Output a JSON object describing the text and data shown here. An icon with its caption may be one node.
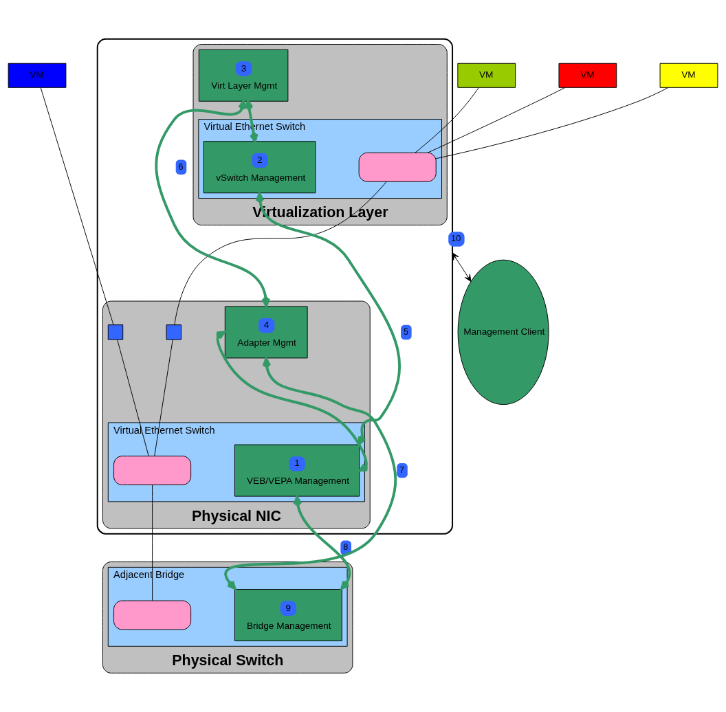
{
  "diagram": {
    "nodes": [
      {
        "text": [
          "VM"
        ]
      },
      {
        "text": [
          "VM"
        ]
      },
      {
        "text": [
          "VM"
        ]
      },
      {
        "text": [
          "VM"
        ]
      },
      {
        "text": [],
        "shape": "box"
      },
      {
        "text": [
          "Virtualization Layer"
        ],
        "in": 4
      },
      {
        "text": [
          "Virtual Ethernet Switch"
        ],
        "in": 5
      },
      {
        "text": [],
        "shape": "box",
        "in": 6
      },
      {
        "text": [
          "2",
          "vSwitch Management"
        ],
        "in": 6
      },
      {
        "text": [
          "3",
          "Virt Layer Mgmt"
        ],
        "in": 5
      },
      {
        "text": [
          "Physical NIC"
        ],
        "in": 4
      },
      {
        "text": [],
        "shape": "box",
        "in": 10
      },
      {
        "text": [],
        "shape": "box",
        "in": 10
      },
      {
        "text": [
          "Virtual Ethernet Switch"
        ],
        "in": 10
      },
      {
        "text": [],
        "shape": "box",
        "in": 13
      },
      {
        "text": [
          "1",
          "VEB/VEPA Management"
        ],
        "in": 13
      },
      {
        "text": [
          "4",
          "Adapter Mgmt"
        ],
        "in": 10
      },
      {
        "text": [
          "Physical Switch"
        ]
      },
      {
        "text": [
          "Adjacent Bridge"
        ],
        "in": 17
      },
      {
        "text": [],
        "shape": "box",
        "in": 18
      },
      {
        "text": [
          "9",
          "Bridge Management"
        ],
        "in": 18
      },
      {
        "text": [
          "Management Client"
        ]
      }
    ],
    "edges": [
      {
        "from": 0,
        "to": 11,
        "arrow": "none"
      },
      {
        "from": 1,
        "to": 7,
        "arrow": "none"
      },
      {
        "from": 2,
        "to": 7,
        "arrow": "none"
      },
      {
        "from": 3,
        "to": 7,
        "arrow": "none"
      },
      {
        "from": 7,
        "to": 12,
        "arrow": "none"
      },
      {
        "from": 11,
        "to": 14,
        "arrow": "none"
      },
      {
        "from": 12,
        "to": 14,
        "arrow": "none"
      },
      {
        "from": 14,
        "to": 19,
        "arrow": "none"
      },
      {
        "from": 9,
        "to": 8,
        "arrow": "both",
        "style": "thick",
        "color": "#339966"
      },
      {
        "from": 9,
        "to": 16,
        "arrow": "both",
        "label": "6",
        "style": "thick",
        "color": "#339966"
      },
      {
        "from": 15,
        "to": 16,
        "arrow": "both",
        "style": "thick",
        "color": "#339966"
      },
      {
        "from": 8,
        "to": 15,
        "arrow": "both",
        "label": "5",
        "style": "thick",
        "color": "#339966"
      },
      {
        "from": 16,
        "to": 20,
        "arrow": "both",
        "label": "7",
        "style": "thick",
        "color": "#339966"
      },
      {
        "from": 15,
        "to": 20,
        "arrow": "both",
        "label": "8",
        "style": "thick",
        "color": "#339966"
      },
      {
        "from": 4,
        "to": 21,
        "arrow": "both",
        "label": "10"
      }
    ]
  }
}
